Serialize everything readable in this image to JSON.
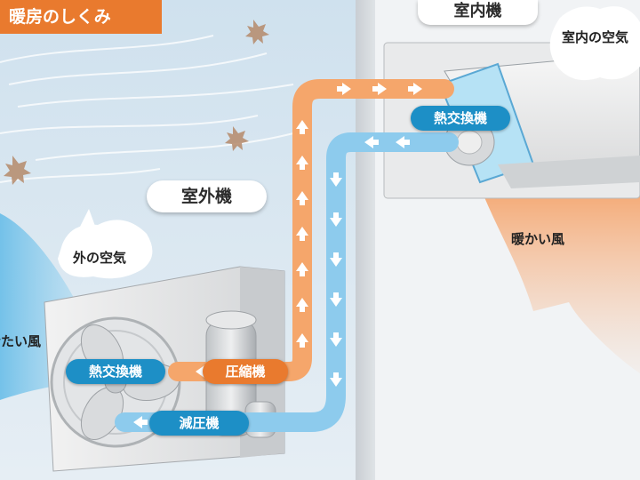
{
  "title": "暖房のしくみ",
  "labels": {
    "indoor_unit": "室内機",
    "outdoor_unit": "室外機",
    "indoor_air": "室内の空気",
    "outdoor_air": "外の空気",
    "warm_air": "暖かい風",
    "cold_air": "冷たい風",
    "indoor_heat_exchanger": "熱交換機",
    "outdoor_heat_exchanger": "熱交換機",
    "compressor": "圧縮機",
    "expansion_valve": "減圧機"
  },
  "colors": {
    "hot_refrigerant": "#f5a66b",
    "cold_refrigerant": "#8dcbed",
    "title_bar": "#e97a2e",
    "heat_exchanger_badge": "#1d8fc6"
  },
  "icons": [
    "maple-leaf-icon",
    "wind-swirl-icon",
    "speech-bubble-icon",
    "arrow-icon"
  ]
}
